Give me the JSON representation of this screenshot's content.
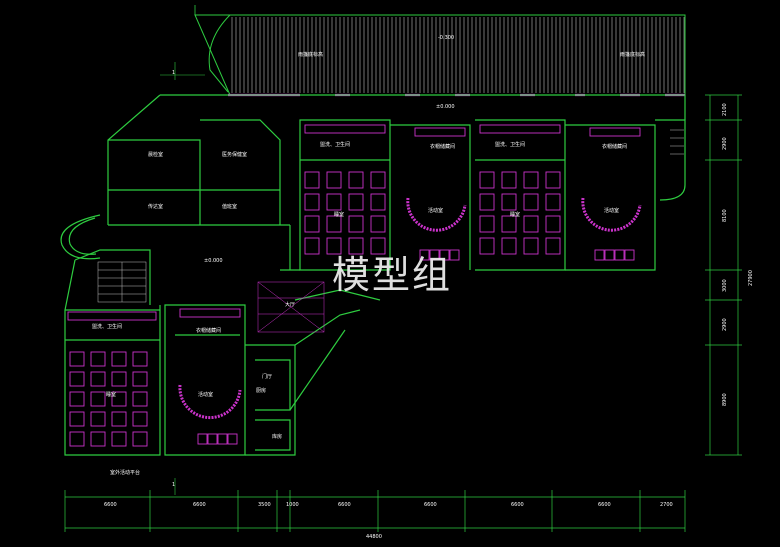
{
  "watermark": "模型组",
  "colors": {
    "background": "#000000",
    "wall": "#2ecc40",
    "furniture": "#cc33cc",
    "dimension": "#2ecc40",
    "text": "#ffffff",
    "canopy_hatch": "#bfbfbf",
    "highlight": "#ff33ff"
  },
  "elevations": {
    "canopy": "-0.300",
    "upper_floor": "±0.000",
    "lobby": "±0.000"
  },
  "rooms": {
    "activity_room_upper_left": "活动室",
    "activity_room_upper_right": "活动室",
    "activity_room_lower": "活动室",
    "sleep_room_1": "睡室",
    "sleep_room_2": "睡室",
    "sleep_room_3": "睡室",
    "washroom_1": "盥洗、卫生间",
    "washroom_2": "盥洗、卫生间",
    "washroom_3": "盥洗、卫生间",
    "coat_room_1": "衣帽储藏间",
    "coat_room_2": "衣帽储藏间",
    "coat_room_3": "衣帽储藏间",
    "morning_check": "晨检室",
    "clinic": "医务保健室",
    "office_1": "传达室",
    "office_2": "值班室",
    "stair_hall": "门厅",
    "kitchen": "厨房",
    "storage": "库房",
    "lobby": "大厅",
    "canopy_label_left": "雨篷底标高",
    "canopy_label_right": "雨篷底标高",
    "terrace_label": "室外活动平台"
  },
  "dimensions": {
    "bottom": [
      "6600",
      "6600",
      "3500",
      "1000",
      "6600",
      "6600",
      "6600",
      "6600",
      "2700"
    ],
    "total_width": "44800",
    "right": [
      "2100",
      "2900",
      "8100",
      "3000",
      "2900",
      "8900"
    ],
    "total_height": "27900"
  },
  "axis_marks": [
    "1",
    "1"
  ]
}
